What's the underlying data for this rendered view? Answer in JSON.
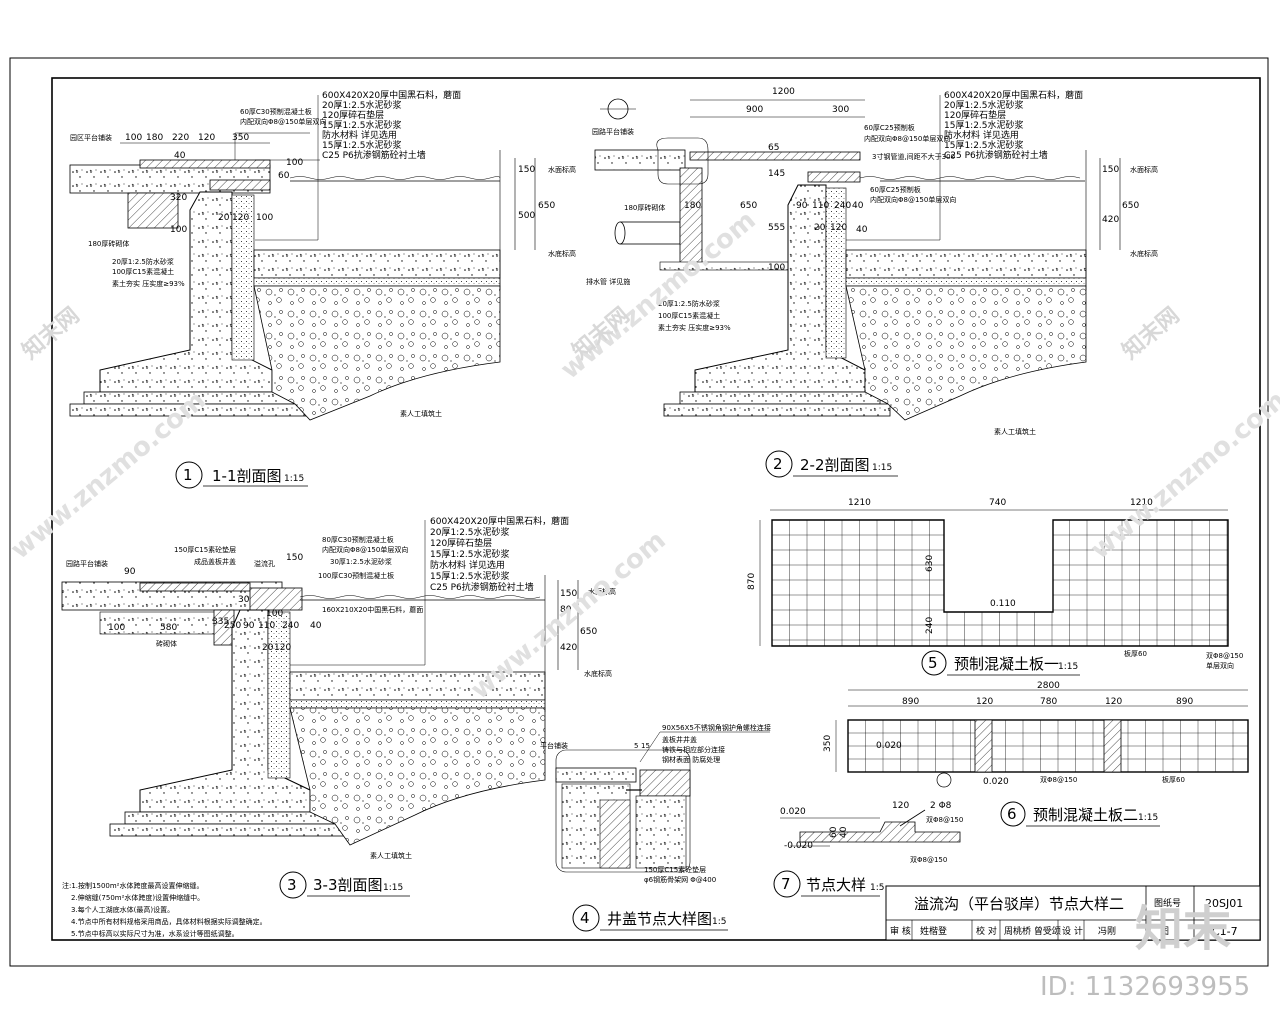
{
  "sections": {
    "s1": {
      "number": "1",
      "title": "1-1剖面图",
      "scale": "1:15"
    },
    "s2": {
      "number": "2",
      "title": "2-2剖面图",
      "scale": "1:15"
    },
    "s3": {
      "number": "3",
      "title": "3-3剖面图",
      "scale": "1:15"
    },
    "s4": {
      "number": "4",
      "title": "井盖节点大样图",
      "scale": "1:5"
    },
    "s5": {
      "number": "5",
      "title": "预制混凝土板一",
      "scale": "1:15"
    },
    "s6": {
      "number": "6",
      "title": "预制混凝土板二",
      "scale": "1:15"
    },
    "s7": {
      "number": "7",
      "title": "节点大样",
      "scale": "1:5"
    }
  },
  "layers_s1": [
    "600X420X20厚中国黑石料，蘑面",
    "20厚1:2.5水泥砂浆",
    "120厚碎石垫层",
    "15厚1:2.5水泥砂浆",
    "防水材料  详见选用",
    "15厚1:2.5水泥砂浆",
    "C25 P6抗渗钢筋砼衬土墙"
  ],
  "callouts_s1": {
    "top": "60厚C30预制混凝土板",
    "rebar": "内配双向Φ8@150单层双向",
    "left_top": "园区平台铺装",
    "wall": "180厚砖砌体",
    "mortar": "20厚1:2.5防水砂浆",
    "concrete": "100厚C15素混凝土",
    "soil": "素土夯实  压实度≥93%",
    "fill": "素人工填筑土",
    "water": "水面标高",
    "bottom": "水底标高"
  },
  "dims_s1": [
    "100",
    "180",
    "220",
    "120",
    "350",
    "40",
    "40",
    "60",
    "100",
    "320",
    "100",
    "20",
    "120",
    "100",
    "150",
    "500",
    "650"
  ],
  "layers_s2": [
    "600X420X20厚中国黑石料，蘑面",
    "20厚1:2.5水泥砂浆",
    "120厚碎石垫层",
    "15厚1:2.5水泥砂浆",
    "防水材料  详见选用",
    "15厚1:2.5水泥砂浆",
    "C25 P6抗渗钢筋砼衬土墙"
  ],
  "callouts_s2": {
    "top": "60厚C25预制板",
    "rebar": "内配双向Φ8@150单层双向",
    "gap": "3寸钢管道,间距不大于300",
    "mid": "60厚C25预制板",
    "rebar2": "内配双向Φ8@150单层双向",
    "pipe": "排水管  详见施",
    "wall": "180厚砖砌体",
    "left_top": "园路平台铺装",
    "mortar": "20厚1:2.5防水砂浆",
    "concrete": "100厚C15素混凝土",
    "soil": "素土夯实  压实度≥93%",
    "fill": "素人工填筑土",
    "water": "水面标高",
    "bottom": "水底标高"
  },
  "dims_s2": [
    "1200",
    "900",
    "300",
    "65",
    "145",
    "555",
    "650",
    "90",
    "110",
    "240",
    "40",
    "20",
    "120",
    "180",
    "40",
    "150",
    "420",
    "650",
    "100"
  ],
  "layers_s3": [
    "600X420X20厚中国黑石料，蘑面",
    "20厚1:2.5水泥砂浆",
    "120厚碎石垫层",
    "15厚1:2.5水泥砂浆",
    "防水材料  详见选用",
    "15厚1:2.5水泥砂浆",
    "C25 P6抗渗钢筋砼衬土墙"
  ],
  "callouts_s3": {
    "a": "150厚C15素砼垫层",
    "b": "成品盖板井盖",
    "c": "溢流孔",
    "d": "80厚C30预制混凝土板",
    "e": "内配双向Φ8@150单层双向",
    "f": "30厚1:2.5水泥砂浆",
    "g": "100厚C30预制混凝土板",
    "h": "160X210X20中国黑石料，蘑面",
    "left_top": "园路平台铺装",
    "wall": "砖砌体",
    "fill": "素人工填筑土",
    "water": "水面标高",
    "bottom": "水底标高"
  },
  "dims_s3": [
    "150",
    "90",
    "100",
    "580",
    "335",
    "250",
    "90",
    "110",
    "240",
    "40",
    "20",
    "120",
    "80",
    "150",
    "420",
    "650",
    "30",
    "100"
  ],
  "callouts_s4": {
    "a": "90X56X5不锈钢角钢护角螺栓连接",
    "b": "盖板井井盖",
    "c": "铸铁与相应部分连接",
    "d": "钢材表面  防腐处理",
    "e": "150厚C15素砼垫层",
    "f": "φ6钢筋骨架网  Φ@400",
    "left": "平台铺装",
    "dim1": "5",
    "dim2": "15"
  },
  "panel5": {
    "dims_top": [
      "1210",
      "740",
      "1210"
    ],
    "height": "870",
    "inner": [
      "630",
      "240"
    ],
    "label_mid": "0.110",
    "label_a": "板厚60",
    "label_b": "双Φ8@150",
    "label_c": "单层双向"
  },
  "panel6": {
    "total": "2800",
    "dims": [
      "890",
      "120",
      "780",
      "120",
      "890"
    ],
    "height": "350",
    "label_l": "0.020",
    "label_l2": "0.020",
    "label_rebar": "双Φ8@150",
    "label_thick": "板厚60"
  },
  "detail7": {
    "v1": "0.020",
    "v2": "-0.020",
    "w": "120",
    "bar": "2 Φ8",
    "rebar": "双Φ8@150",
    "rebar2": "双Φ8@150",
    "h1": "60",
    "h2": "40"
  },
  "notes": [
    "注:1.按制1500m²水体跨度最高设置伸缩缝。",
    "2.伸缩缝(750m²水体跨度)设置伸缩缝中。",
    "3.每个人工湖底水体(最高)设置。",
    "4.节点中所有材料规格采用商品，具体材料根据实际调整确定。",
    "5.节点中标高以实际尺寸为准，水系设计等图纸调整。"
  ],
  "title_block": {
    "title": "溢流沟（平台驳岸）节点大样二",
    "drawing_no_label": "图纸号",
    "drawing_no": "20SJ01",
    "sheet": "C1-7",
    "row": [
      "审 核",
      "姓楷登",
      "校 对",
      "周桃桥 曾受颂",
      "设 计",
      "冯刚",
      "图",
      "C1-7"
    ]
  },
  "watermark": {
    "site": "www.znzmo.com",
    "brand": "知末网",
    "logo": "知末",
    "id": "ID: 1132693955"
  }
}
